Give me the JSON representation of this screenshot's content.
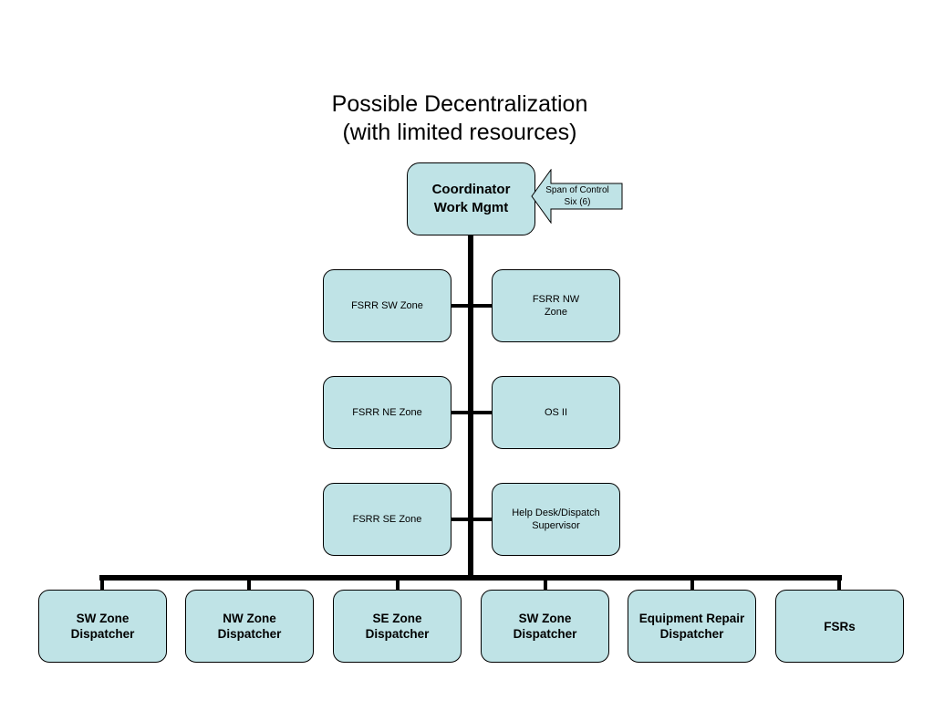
{
  "title": {
    "line1": "Possible Decentralization",
    "line2": "(with limited resources)"
  },
  "root": {
    "label": "Coordinator\nWork Mgmt"
  },
  "callout": {
    "text": "Span of Control\nSix (6)"
  },
  "staff": [
    {
      "label": "FSRR  SW Zone"
    },
    {
      "label": "FSRR NW\nZone"
    },
    {
      "label": "FSRR NE Zone"
    },
    {
      "label": "OS II"
    },
    {
      "label": "FSRR SE Zone"
    },
    {
      "label": "Help Desk/Dispatch\nSupervisor"
    }
  ],
  "bottom": [
    {
      "label": "SW Zone\nDispatcher"
    },
    {
      "label": "NW Zone\nDispatcher"
    },
    {
      "label": "SE Zone\nDispatcher"
    },
    {
      "label": "SW Zone\nDispatcher"
    },
    {
      "label": "Equipment Repair\nDispatcher"
    },
    {
      "label": "FSRs"
    }
  ],
  "colors": {
    "box_fill": "#bfe3e6",
    "line": "#000000"
  }
}
